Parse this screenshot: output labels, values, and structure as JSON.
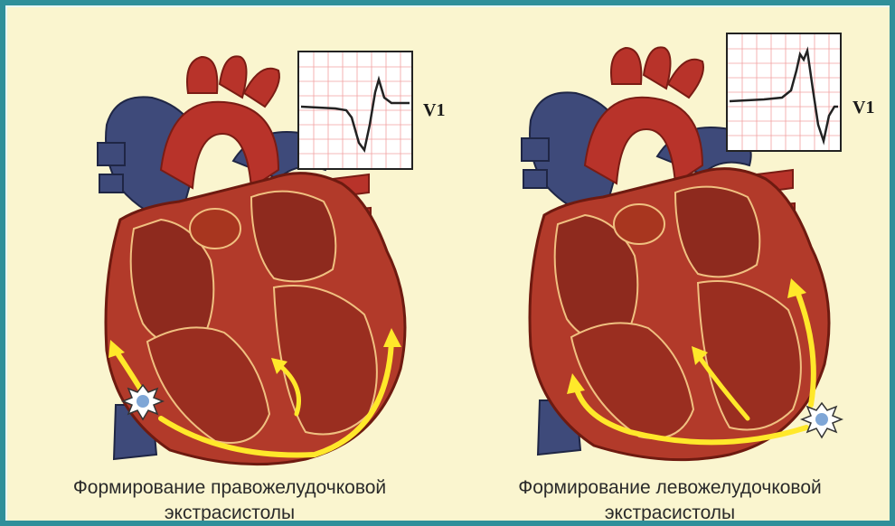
{
  "panels": [
    {
      "ecg_lead": "V1",
      "caption_line1": "Формирование правожелудочковой",
      "caption_line2": "экстрасистолы"
    },
    {
      "ecg_lead": "V1",
      "caption_line1": "Формирование левожелудочковой",
      "caption_line2": "экстрасистолы"
    }
  ],
  "colors": {
    "background": "#faf5cf",
    "border": "#2f8f9a",
    "muscle": "#b23a2a",
    "vein": "#3e4a7a",
    "conduction_arrow": "#ffe82a",
    "ecg_trace": "#222222",
    "ecg_grid": "#f2a0a0"
  },
  "icons": [
    "ectopic-focus-icon",
    "conduction-arrow-icon"
  ]
}
